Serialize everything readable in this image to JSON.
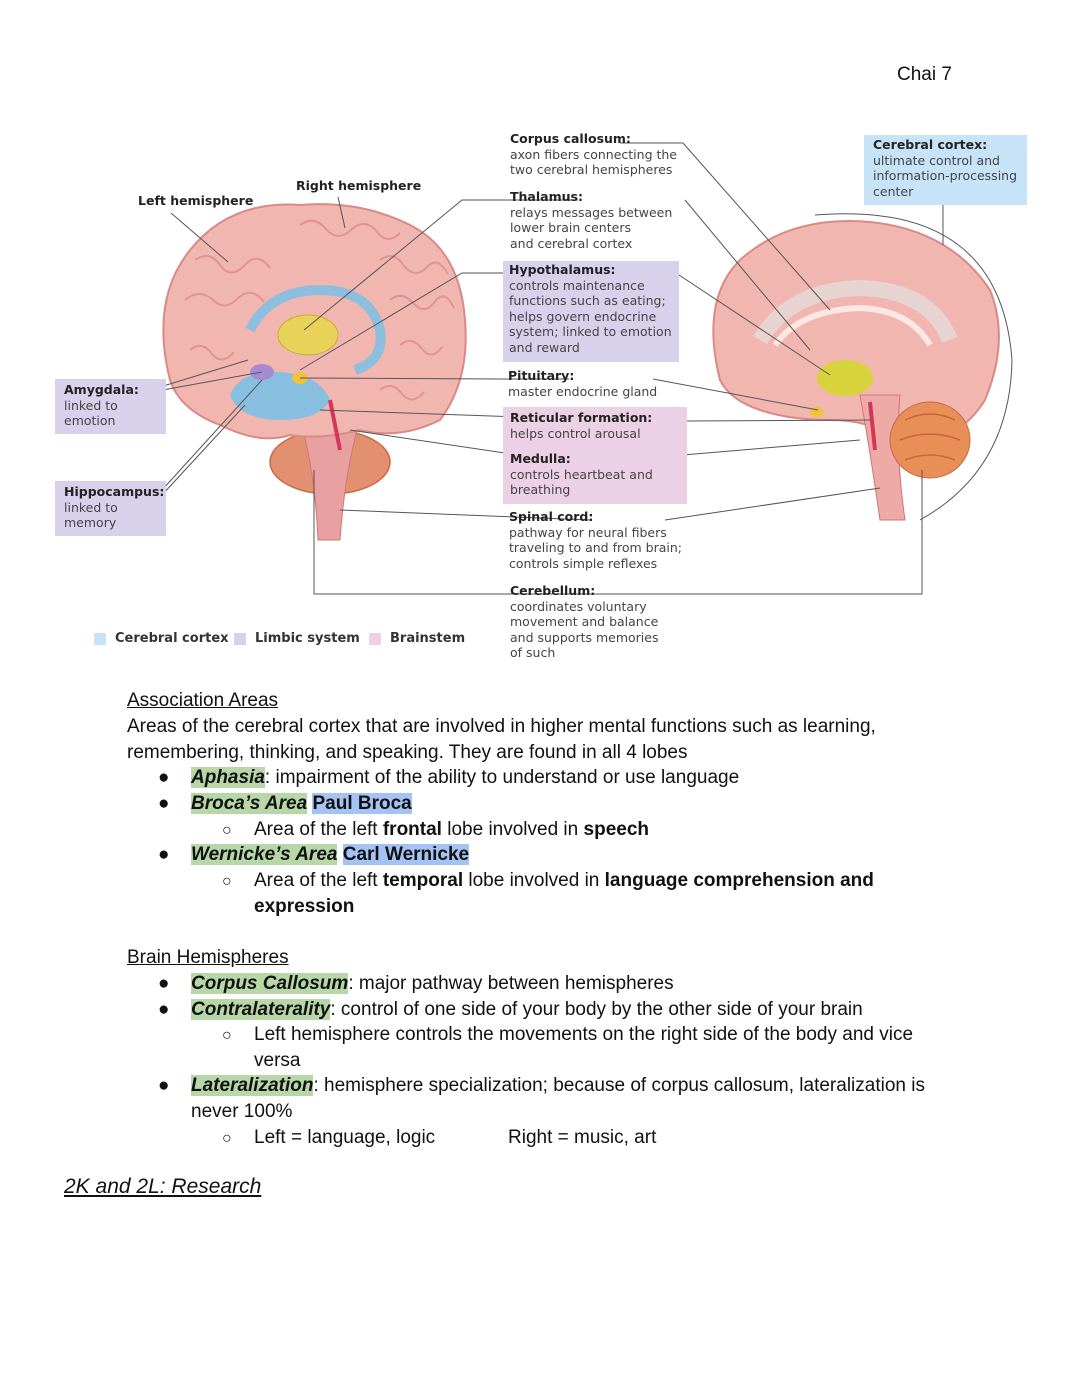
{
  "header": {
    "page_label": "Chai 7"
  },
  "diagram": {
    "left_hemisphere": "Left hemisphere",
    "right_hemisphere": "Right hemisphere",
    "amygdala": {
      "title": "Amygdala:",
      "desc": [
        "linked to",
        "emotion"
      ]
    },
    "hippocampus": {
      "title": "Hippocampus:",
      "desc": [
        "linked to",
        "memory"
      ]
    },
    "corpus_callosum": {
      "title": "Corpus callosum:",
      "desc": [
        "axon fibers connecting the",
        "two cerebral hemispheres"
      ]
    },
    "thalamus": {
      "title": "Thalamus:",
      "desc": [
        "relays messages between",
        "lower brain centers",
        "and cerebral cortex"
      ]
    },
    "hypothalamus": {
      "title": "Hypothalamus:",
      "desc": [
        "controls maintenance",
        "functions such as eating;",
        "helps govern endocrine",
        "system; linked to emotion",
        "and reward"
      ]
    },
    "pituitary": {
      "title": "Pituitary:",
      "desc": [
        "master endocrine gland"
      ]
    },
    "reticular": {
      "title": "Reticular formation:",
      "desc": [
        "helps control arousal"
      ]
    },
    "medulla": {
      "title": "Medulla:",
      "desc": [
        "controls heartbeat and",
        "breathing"
      ]
    },
    "spinal_cord": {
      "title": "Spinal cord:",
      "desc": [
        "pathway for neural fibers",
        "traveling to and from brain;",
        "controls simple reflexes"
      ]
    },
    "cerebellum": {
      "title": "Cerebellum:",
      "desc": [
        "coordinates voluntary",
        "movement and balance",
        "and supports memories",
        "of such"
      ]
    },
    "cerebral_cortex": {
      "title": "Cerebral cortex:",
      "desc": [
        "ultimate control and",
        "information-processing",
        "center"
      ]
    },
    "legend": [
      "Cerebral cortex",
      "Limbic system",
      "Brainstem"
    ],
    "colors": {
      "cortex": "#c7e3f7",
      "limbic": "#d8d1ec",
      "brainstem": "#ecd0e6"
    }
  },
  "association": {
    "title": "Association Areas",
    "line1": "Areas of the cerebral cortex that are involved in higher mental functions such as learning,",
    "line2": "remembering, thinking, and speaking. They are found in all 4 lobes",
    "aphasia_term": "Aphasia",
    "aphasia_def": ": impairment of the ability to understand or use language",
    "broca_term": "Broca’s Area",
    "broca_person": "Paul Broca",
    "broca_sub": {
      "a": "Area of the left ",
      "b": "frontal",
      "c": " lobe involved in ",
      "d": "speech"
    },
    "wernicke_term": "Wernicke’s Area",
    "wernicke_person": "Carl Wernicke",
    "wernicke_sub": {
      "a": "Area of the left ",
      "b": "temporal",
      "c": " lobe involved in ",
      "d": "language comprehension and",
      "e": "expression"
    }
  },
  "hemispheres": {
    "title": "Brain Hemispheres",
    "cc_term": "Corpus Callosum",
    "cc_def": ": major pathway between hemispheres",
    "contra_term": "Contralaterality",
    "contra_def": ": control of one side of your body by the other side of your brain",
    "contra_sub1": "Left hemisphere controls the movements on the right side of the body and vice",
    "contra_sub2": "versa",
    "lat_term": "Lateralization",
    "lat_def": ": hemisphere specialization; because of corpus callosum, lateralization is",
    "lat_def2": "never 100%",
    "lat_left": "Left = language, logic",
    "lat_right": "Right = music, art"
  },
  "research": {
    "title": "2K and 2L: Research"
  }
}
